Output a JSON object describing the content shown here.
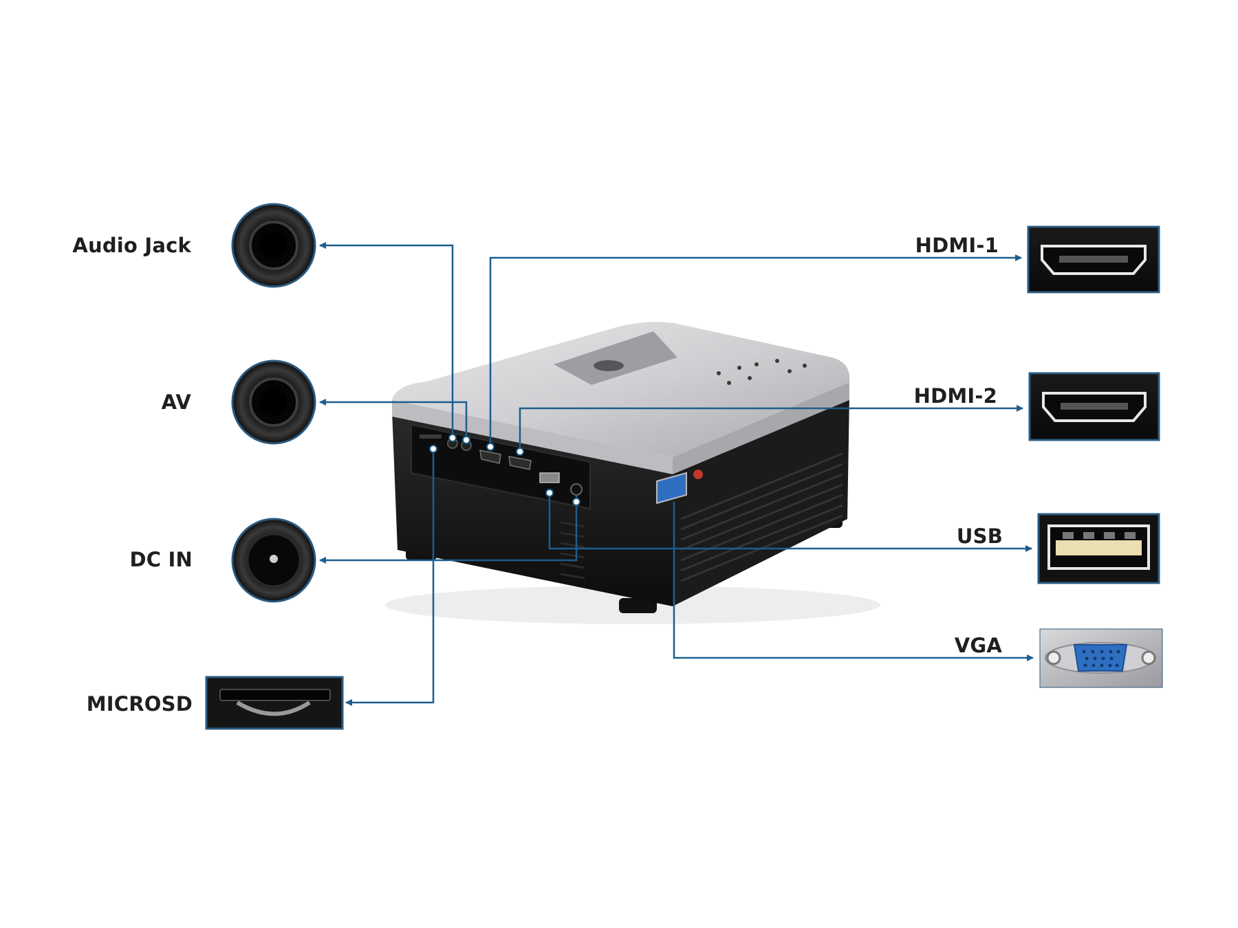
{
  "colors": {
    "connector_line": "#1c5e8f",
    "device_dark": "#141414",
    "device_silver": "#c9c9cc",
    "thumb_frame": "#2a5a80"
  },
  "ports_left": [
    {
      "label": "Audio Jack",
      "icon": "round-jack-icon"
    },
    {
      "label": "AV",
      "icon": "round-jack-icon"
    },
    {
      "label": "DC IN",
      "icon": "dc-barrel-icon"
    },
    {
      "label": "MICROSD",
      "icon": "microsd-slot-icon"
    }
  ],
  "ports_right": [
    {
      "label": "HDMI-1",
      "icon": "hdmi-port-icon"
    },
    {
      "label": "HDMI-2",
      "icon": "hdmi-port-icon"
    },
    {
      "label": "USB",
      "icon": "usb-port-icon"
    },
    {
      "label": "VGA",
      "icon": "vga-port-icon"
    }
  ]
}
